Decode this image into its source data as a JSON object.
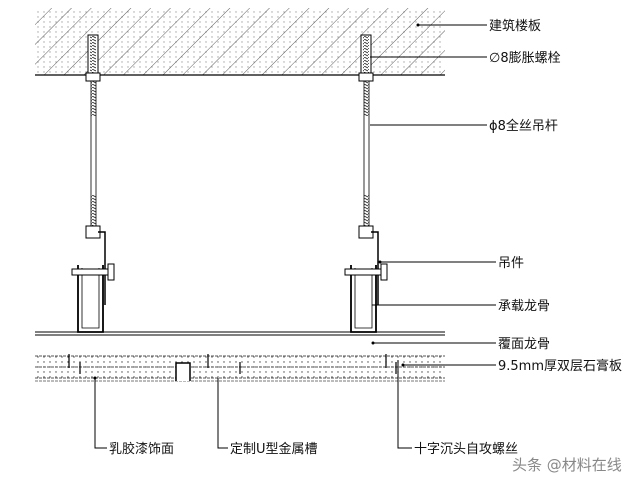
{
  "labels": {
    "floor_slab": "建筑楼板",
    "expansion_bolt": "∅8膨胀螺栓",
    "threaded_rod": "ϕ8全丝吊杆",
    "hanger": "吊件",
    "main_channel": "承载龙骨",
    "cover_channel": "覆面龙骨",
    "gypsum_board": "9.5mm厚双层石膏板",
    "latex_paint": "乳胶漆饰面",
    "u_channel": "定制U型金属槽",
    "screw": "十字沉头自攻螺丝"
  },
  "watermark": "头条 @材料在线"
}
